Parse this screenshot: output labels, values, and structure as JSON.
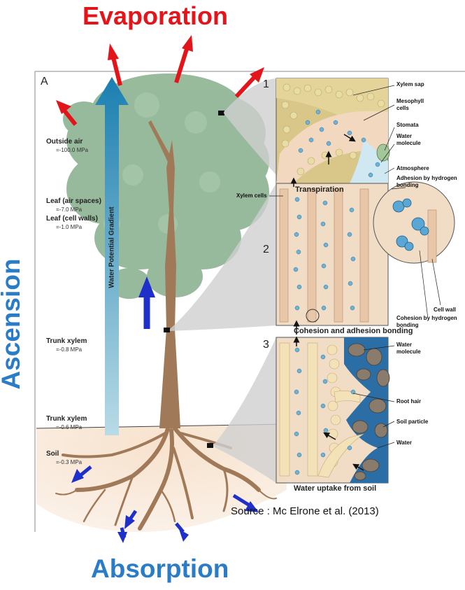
{
  "title_top": "Evaporation",
  "title_left": "Ascension",
  "title_bottom": "Absorption",
  "panel_letter": "A",
  "gradient_label": "Water Potential Gradient",
  "potentials": [
    {
      "name": "Outside air",
      "value": "=-100.0 MPa"
    },
    {
      "name": "Leaf (air spaces)",
      "value": "=-7.0 MPa"
    },
    {
      "name": "Leaf (cell walls)",
      "value": "=-1.0 MPa"
    },
    {
      "name": "Trunk xylem",
      "value": "=-0.8 MPa"
    },
    {
      "name": "Trunk xylem",
      "value": "=-0.6 MPa"
    },
    {
      "name": "Soil",
      "value": "=-0.3 MPa"
    }
  ],
  "panels": [
    {
      "number": "1",
      "caption": "Transpiration",
      "labels": [
        "Xylem sap",
        "Mesophyll cells",
        "Stomata",
        "Water molecule",
        "Atmosphere",
        "Adhesion by hydrogen bonding"
      ]
    },
    {
      "number": "2",
      "caption": "Cohesion and adhesion bonding",
      "labels": [
        "Xylem cells",
        "Cell wall",
        "Cohesion by hydrogen bonding"
      ]
    },
    {
      "number": "3",
      "caption": "Water uptake from soil",
      "labels": [
        "Water molecule",
        "Root hair",
        "Soil particle",
        "Water"
      ]
    }
  ],
  "source": "Source : Mc Elrone et al. (2013)",
  "colors": {
    "evaporation": "#e4141b",
    "ascension": "#2a7cc7",
    "arrow_blue": "#1f2fc9",
    "foliage": "#8fb594",
    "trunk": "#a07a58",
    "soil": "#f3dcc6"
  }
}
